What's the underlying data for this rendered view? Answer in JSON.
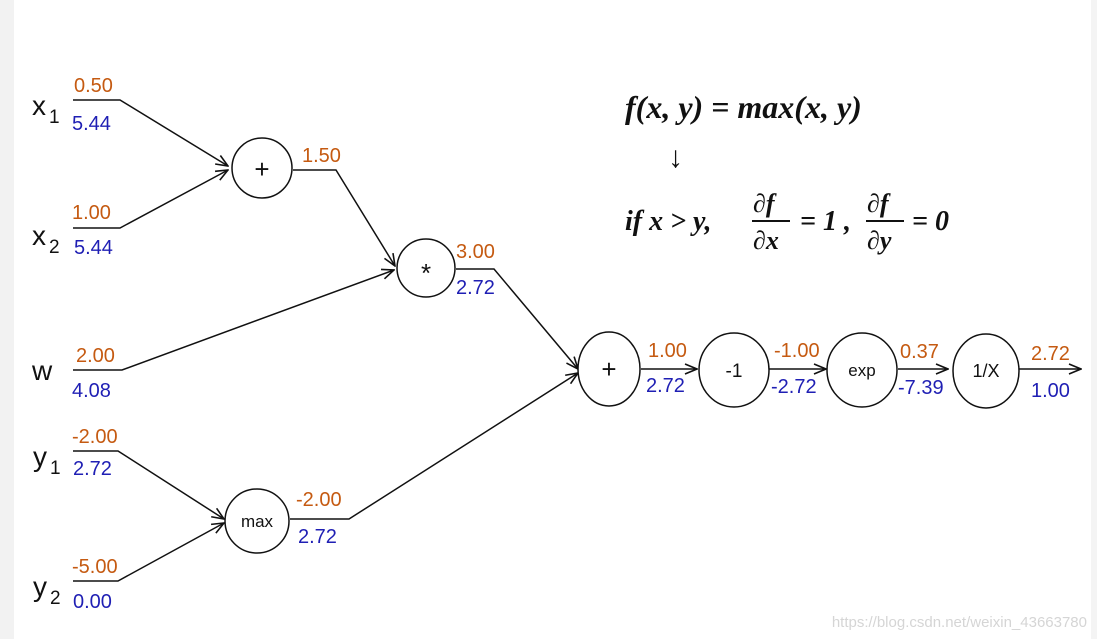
{
  "inputs": {
    "x1": {
      "name": "x",
      "sub": "1",
      "forward": "0.50",
      "gradient": "5.44"
    },
    "x2": {
      "name": "x",
      "sub": "2",
      "forward": "1.00",
      "gradient": "5.44"
    },
    "w": {
      "name": "w",
      "forward": "2.00",
      "gradient": "4.08"
    },
    "y1": {
      "name": "y",
      "sub": "1",
      "forward": "-2.00",
      "gradient": "2.72"
    },
    "y2": {
      "name": "y",
      "sub": "2",
      "forward": "-5.00",
      "gradient": "0.00"
    }
  },
  "nodes": {
    "add1": {
      "op": "+",
      "forward": "1.50"
    },
    "mul": {
      "op": "*",
      "forward": "3.00",
      "gradient": "2.72"
    },
    "max": {
      "op": "max",
      "forward": "-2.00",
      "gradient": "2.72"
    },
    "add2": {
      "op": "+",
      "forward": "1.00",
      "gradient": "2.72"
    },
    "neg": {
      "op": "-1",
      "forward": "-1.00",
      "gradient": "-2.72"
    },
    "exp": {
      "op": "exp",
      "forward": "0.37",
      "gradient": "-7.39"
    },
    "recip": {
      "op": "1/X",
      "forward": "2.72",
      "gradient": "1.00"
    }
  },
  "formula": {
    "line1": "f(x, y) = max(x, y)",
    "arrow": "↓",
    "cond": "if x > y,",
    "dfdx_num": "∂f",
    "dfdx_den": "∂x",
    "eq1": "= 1 ,",
    "dfdy_num": "∂f",
    "dfdy_den": "∂y",
    "eq0": "= 0"
  },
  "watermark": "https://blog.csdn.net/weixin_43663780",
  "colors": {
    "forward": "#c55a11",
    "gradient": "#1f1fb4",
    "edge": "#111111"
  }
}
